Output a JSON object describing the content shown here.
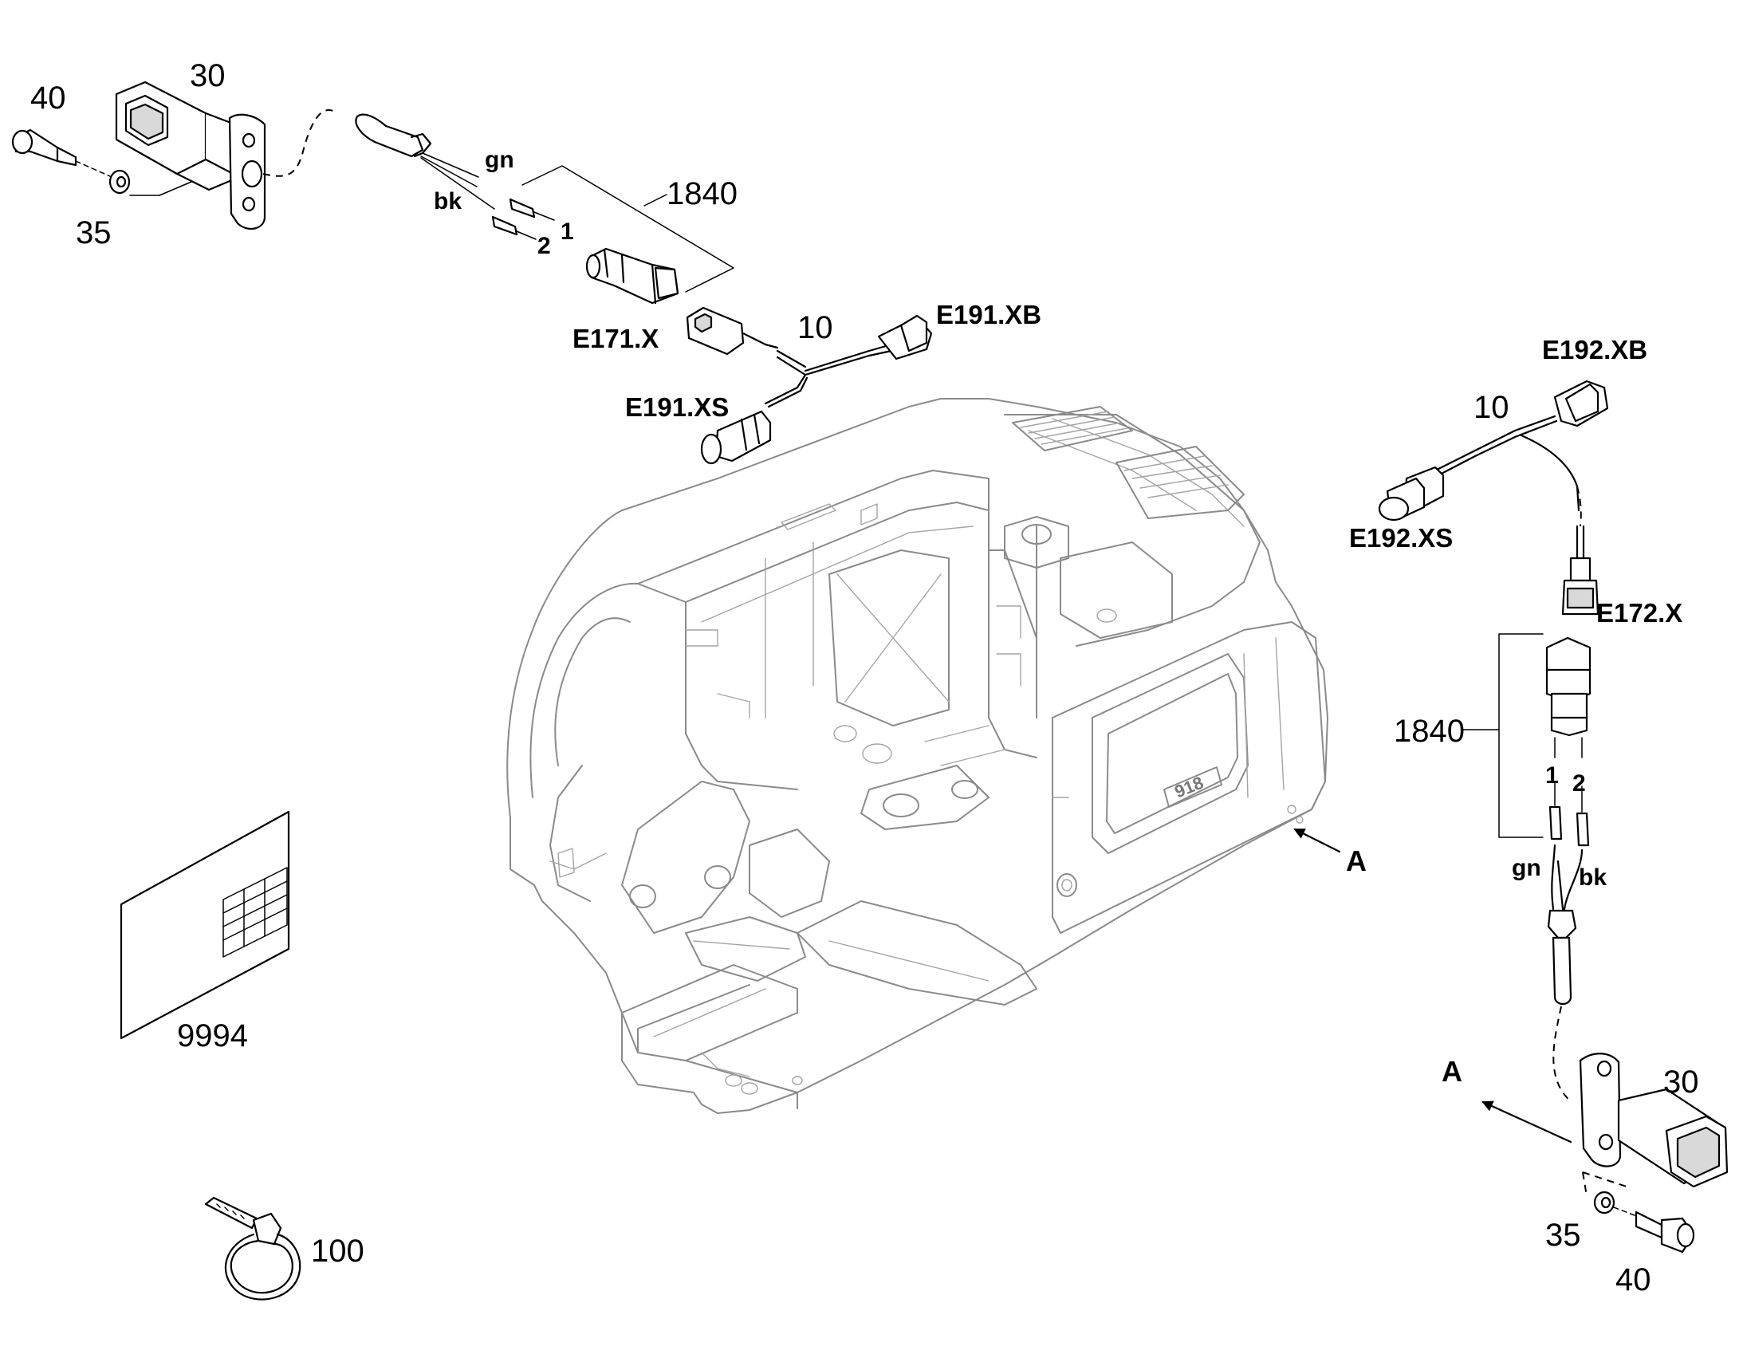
{
  "callouts": {
    "plug_left": "40",
    "lamp_left": "30",
    "washer_left": "35",
    "set_left": "1840",
    "harness_left": "10",
    "set_right": "1840",
    "harness_right": "10",
    "lamp_right": "30",
    "washer_right": "35",
    "plug_right": "40",
    "document": "9994",
    "cable_tie": "100"
  },
  "connectors": {
    "e171x": "E171.X",
    "e191xb": "E191.XB",
    "e191xs": "E191.XS",
    "e192xb": "E192.XB",
    "e192xs": "E192.XS",
    "e172x": "E172.X"
  },
  "wires": {
    "left_green": "gn",
    "left_black": "bk",
    "right_green": "gn",
    "right_black": "bk"
  },
  "pins": {
    "left_1": "1",
    "left_2": "2",
    "right_1": "1",
    "right_2": "2"
  },
  "view_markers": {
    "right_view": "A",
    "lower_view": "A"
  },
  "machine_badge": "918"
}
